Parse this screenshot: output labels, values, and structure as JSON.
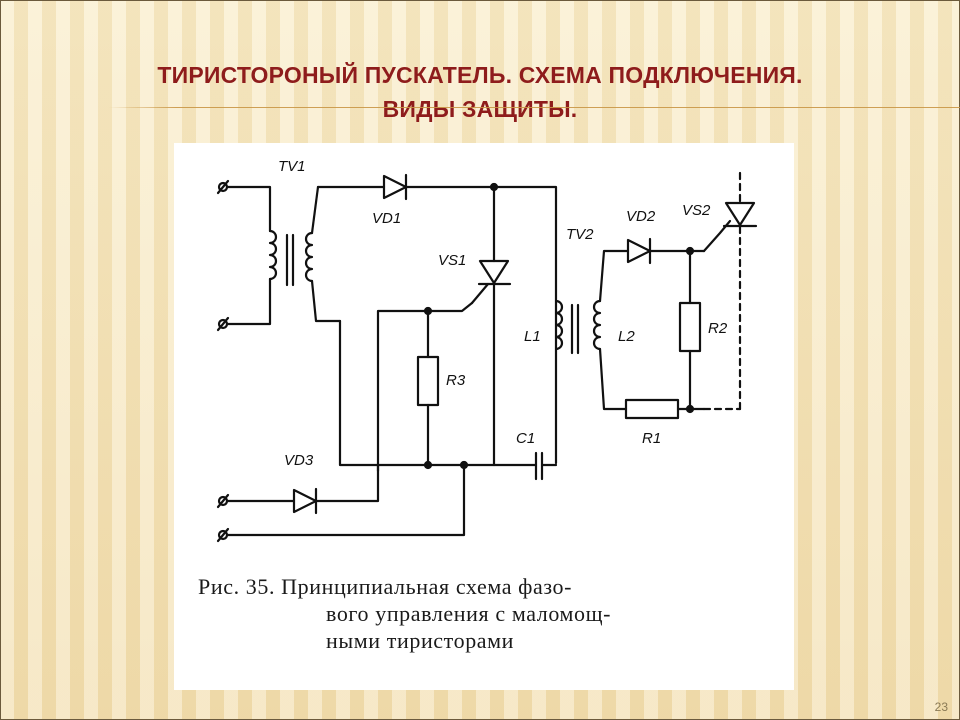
{
  "slide": {
    "title_line1": "ТИРИСТОРОНЫЙ ПУСКАТЕЛЬ. СХЕМА ПОДКЛЮЧЕНИЯ.",
    "title_line2": "ВИДЫ ЗАЩИТЫ.",
    "page_number": "23"
  },
  "figure": {
    "caption_line1": "Рис. 35. Принципиальная схема фазо-",
    "caption_line2": "вого управления с маломощ-",
    "caption_line3": "ными тиристорами",
    "labels": {
      "tv1": "TV1",
      "vd1": "VD1",
      "vs1": "VS1",
      "r3": "R3",
      "vd3": "VD3",
      "c1": "C1",
      "tv2": "TV2",
      "vd2": "VD2",
      "vs2": "VS2",
      "l1": "L1",
      "l2": "L2",
      "r2": "R2",
      "r1": "R1"
    }
  },
  "colors": {
    "title": "#8e1c1c",
    "background": "#f6e6bf",
    "rule": "#c99646"
  }
}
